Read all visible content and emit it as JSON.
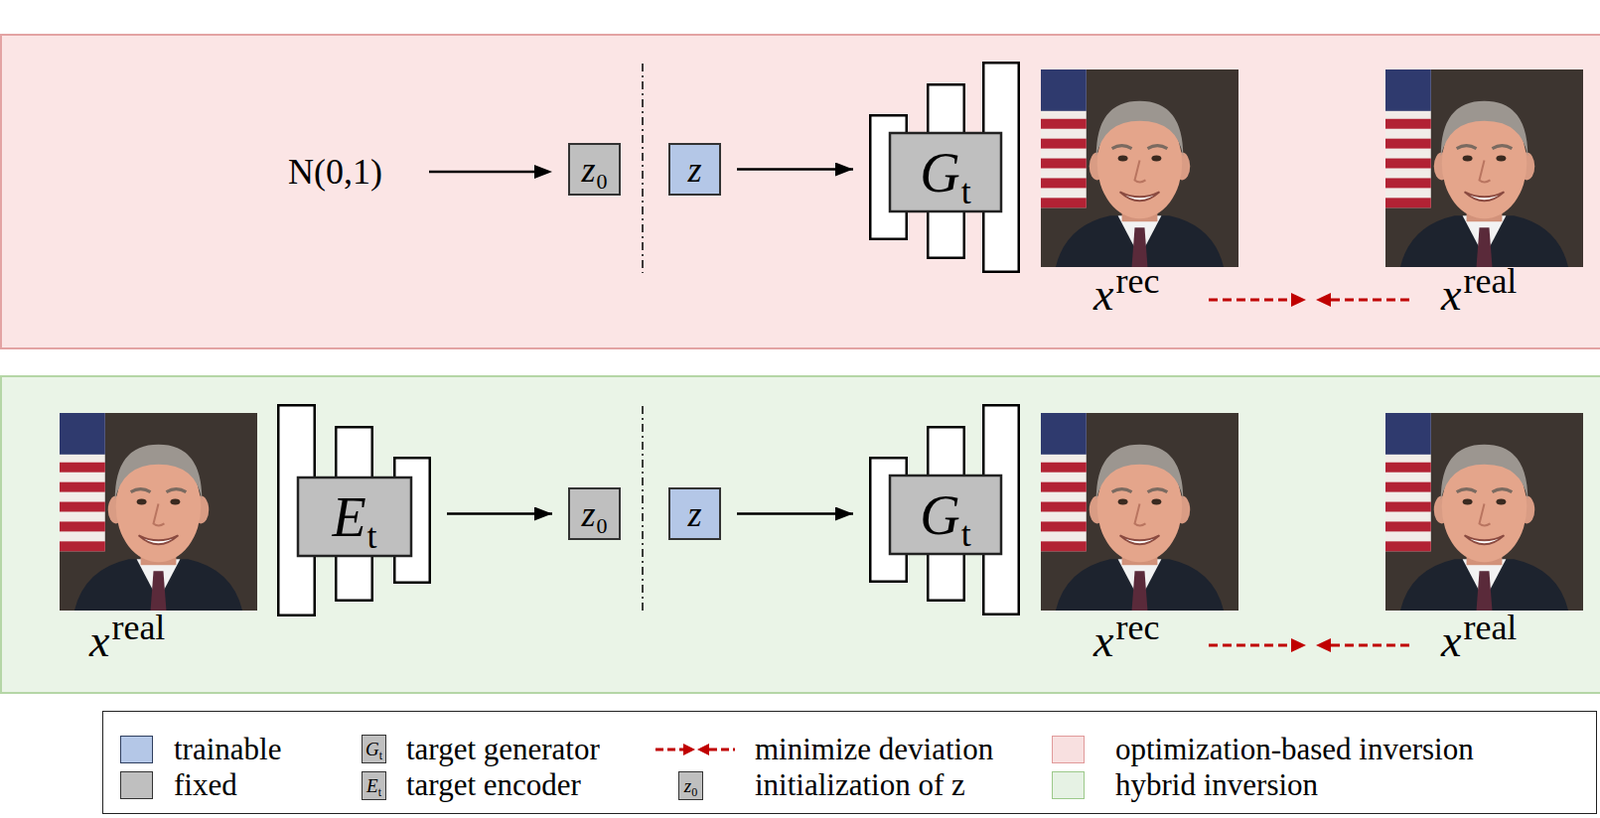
{
  "diagram": {
    "nodes": [
      {
        "text": [
          "z",
          "0"
        ]
      },
      {
        "text": [
          "z"
        ]
      },
      {
        "text": [
          "G",
          "t"
        ]
      },
      {
        "text": [
          "E",
          "t"
        ]
      },
      {
        "text": [
          "z",
          "0"
        ]
      },
      {
        "text": [
          "z"
        ]
      },
      {
        "text": [
          "G",
          "t"
        ]
      }
    ],
    "edges": [
      {
        "from": 1,
        "to": 2,
        "arrow": "to"
      },
      {
        "from": 3,
        "to": 4,
        "arrow": "to"
      },
      {
        "from": 5,
        "to": 6,
        "arrow": "to"
      }
    ],
    "labels": [
      "N(0,1)",
      "x",
      "rec",
      "x",
      "real",
      "x",
      "real",
      "x",
      "rec",
      "x",
      "real",
      "G",
      "t",
      "E",
      "t",
      "z",
      "0"
    ],
    "legend": [
      {
        "text": "trainable",
        "color": "#b4c7e7"
      },
      {
        "text": "target generator"
      },
      {
        "text": "minimize deviation"
      },
      {
        "text": "optimization-based inversion",
        "color": "#f8e0e0"
      },
      {
        "text": "fixed",
        "color": "#bfbfbf"
      },
      {
        "text": "target encoder"
      },
      {
        "text": "initialization of z"
      },
      {
        "text": "hybrid inversion",
        "color": "#e6f2e4"
      }
    ]
  }
}
